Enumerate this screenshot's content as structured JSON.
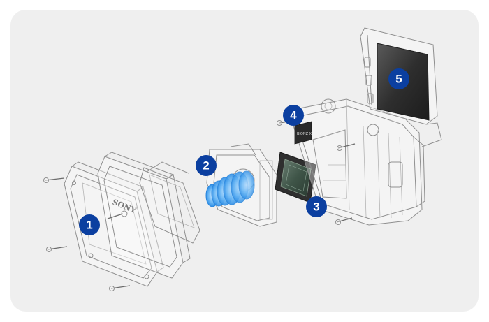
{
  "callouts": [
    {
      "number": "1",
      "part": "front-cover"
    },
    {
      "number": "2",
      "part": "lens-unit"
    },
    {
      "number": "3",
      "part": "image-sensor"
    },
    {
      "number": "4",
      "part": "processor-chip"
    },
    {
      "number": "5",
      "part": "lcd-screen"
    }
  ],
  "brand_mark": "SONY",
  "chip_mark": "BIONZ X",
  "colors": {
    "panel_bg": "#efefef",
    "badge": "#0b3fa0",
    "lens_blue": "#4aa8f2",
    "screen_dark": "#2b2b2b",
    "sensor_green": "#3c5a4a"
  }
}
